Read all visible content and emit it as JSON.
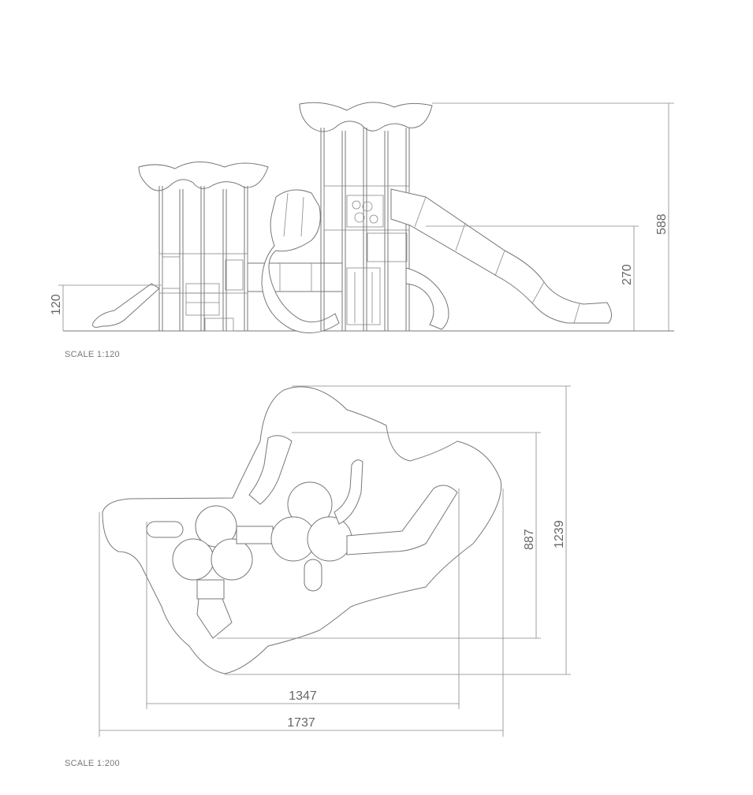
{
  "elevation": {
    "scale_label": "SCALE 1:120",
    "dim_height_total": "588",
    "dim_platform_high": "270",
    "dim_platform_low": "120"
  },
  "plan": {
    "scale_label": "SCALE 1:200",
    "dim_width_inner": "1347",
    "dim_width_outer": "1737",
    "dim_depth_inner": "887",
    "dim_depth_outer": "1239"
  },
  "colors": {
    "line": "#777777",
    "background": "#ffffff",
    "text": "#666666"
  }
}
